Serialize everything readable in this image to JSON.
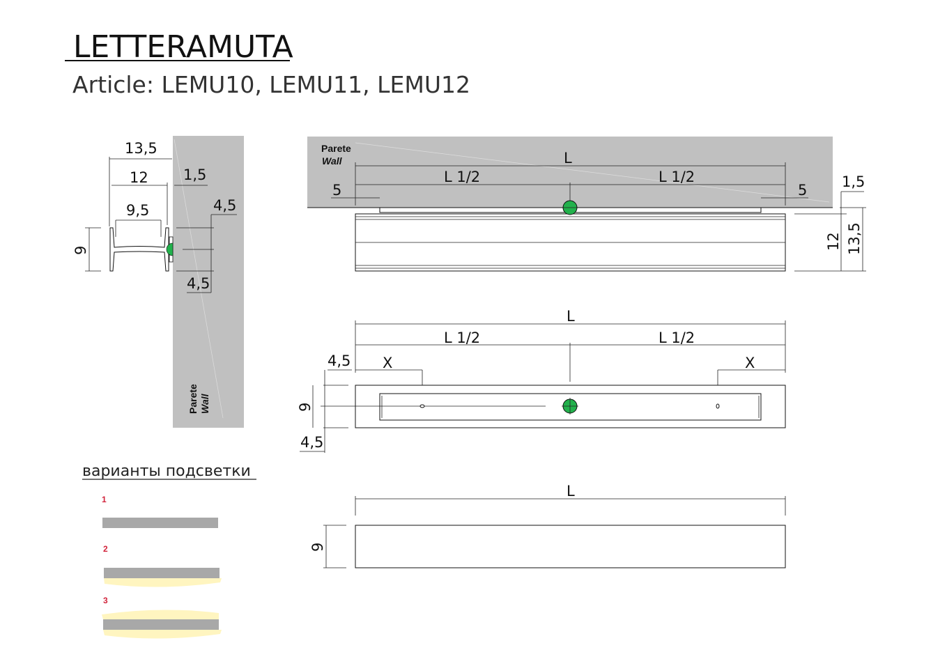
{
  "title": "LETTERAMUTA",
  "subtitle": "Article: LEMU10, LEMU11, LEMU12",
  "wall_label": {
    "it": "Parete",
    "en": "Wall"
  },
  "side_view": {
    "d_13_5": "13,5",
    "d_12": "12",
    "d_1_5": "1,5",
    "d_9_5": "9,5",
    "d_4_5_top": "4,5",
    "d_4_5_bottom": "4,5",
    "d_9": "9"
  },
  "top_view": {
    "L": "L",
    "half_left": "L 1/2",
    "half_right": "L 1/2",
    "offset_left": "5",
    "offset_right": "5",
    "d_1_5": "1,5",
    "d_12": "12",
    "d_13_5": "13,5"
  },
  "back_view": {
    "L": "L",
    "half_left": "L 1/2",
    "half_right": "L 1/2",
    "x_left": "X",
    "x_right": "X",
    "d_4_5_top": "4,5",
    "d_4_5_bottom": "4,5",
    "d_9": "9"
  },
  "front_view": {
    "L": "L",
    "d_9": "9"
  },
  "lighting": {
    "heading": "варианты подсветки",
    "variants": [
      {
        "number": "1"
      },
      {
        "number": "2"
      },
      {
        "number": "3"
      }
    ]
  },
  "colors": {
    "wall": "#c0c0c0",
    "mount_point": "#22b14c",
    "profile": "#a8a8a8",
    "light": "#fff5c0",
    "variant_number": "#d2243c"
  }
}
